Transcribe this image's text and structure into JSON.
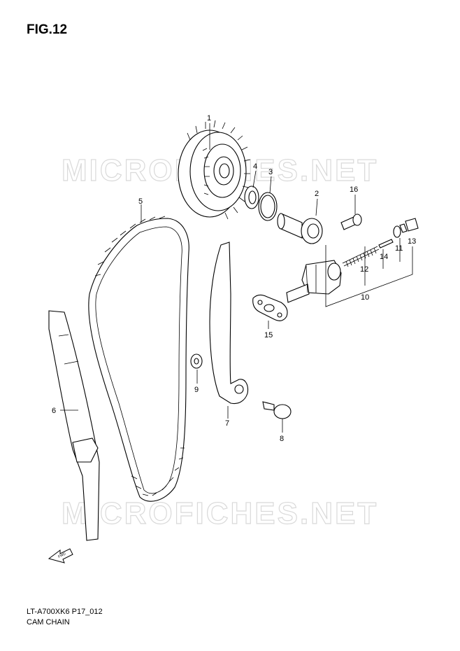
{
  "figure": {
    "title": "FIG.12"
  },
  "footer": {
    "model_code": "LT-A700XK6 P17_012",
    "section_name": "CAM CHAIN"
  },
  "watermark": {
    "text": "MICROFICHES.NET"
  },
  "fwd_arrow": {
    "label": "FWD"
  },
  "callouts": [
    "1",
    "2",
    "3",
    "4",
    "5",
    "6",
    "7",
    "8",
    "9",
    "10",
    "11",
    "12",
    "13",
    "14",
    "15",
    "16"
  ],
  "colors": {
    "line": "#000000",
    "watermark": "#d9d9d9",
    "background": "#ffffff"
  }
}
